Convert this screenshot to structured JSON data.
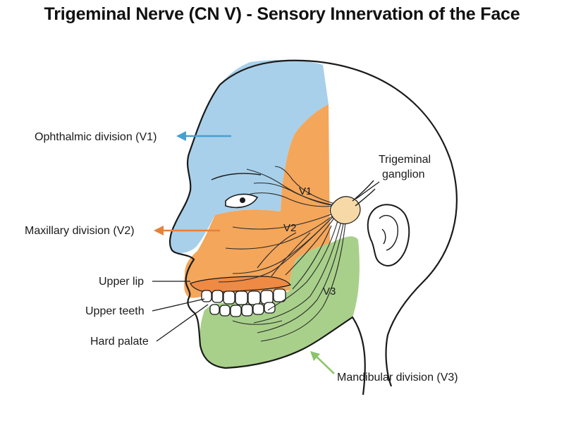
{
  "title": "Trigeminal Nerve (CN V) - Sensory Innervation of the Face",
  "labels": {
    "ophthalmic": "Ophthalmic division (V1)",
    "maxillary": "Maxillary division (V2)",
    "mandibular": "Mandibular division (V3)",
    "upper_lip": "Upper lip",
    "upper_teeth": "Upper teeth",
    "hard_palate": "Hard palate",
    "ganglion_line1": "Trigeminal",
    "ganglion_line2": "ganglion",
    "v1": "V1",
    "v2": "V2",
    "v3": "V3"
  },
  "colors": {
    "ophthalmic": "#a8d0ea",
    "maxillary": "#f4a65a",
    "mandibular": "#a8d08a",
    "ganglion": "#f6d9a6",
    "arrow_v1": "#4a9fd1",
    "arrow_v2": "#e8803a",
    "arrow_v3": "#8cc46a"
  }
}
